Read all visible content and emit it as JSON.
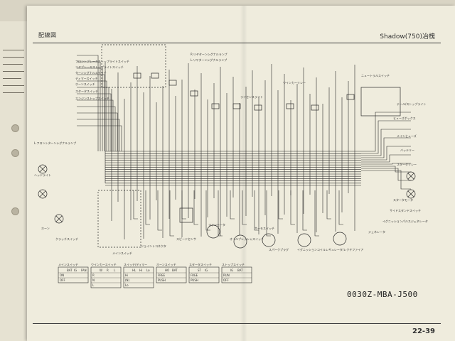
{
  "page": {
    "section_title": "配線図",
    "model_title": "Shadow(750)冶槐",
    "part_number": "0030Z-MBA-J500",
    "page_number": "22-39"
  },
  "diagram": {
    "labels": [
      "フロントブレーキストップライトスイッチ",
      "リヤブレーキストップライトスイッチ",
      "ターンシグナルスイッチ",
      "ディマースイッチ",
      "ホーンスイッチ",
      "スタータスイッチ",
      "エンジンストップスイッチ",
      "L.フロントターンシグナルランプ",
      "ヘッドライト",
      "ホーン",
      "クラッチスイッチ",
      "メインスイッチ",
      "ジョイントコネクタ",
      "スピードセンサ",
      "ファンモータ",
      "オイルプレッシャスイッチ",
      "サーモスイッチ",
      "スパークプラグ",
      "イグニッションコイル",
      "レギュレータ/レクチファイア",
      "ジェネレータ",
      "イグニッションパルスジェネレータ",
      "サイドスタンドスイッチ",
      "スタータモータ",
      "スタータリレー",
      "バッテリー",
      "メインヒューズ",
      "ヒューズボックス",
      "テール/ストップライト",
      "R.リヤターンシグナルランプ",
      "L.リヤターンシグナルランプ",
      "ライセンスライト",
      "ウインカーリレー",
      "ニュートラルスイッチ"
    ],
    "legend_boxes": [
      {
        "title": "メインスイッチ",
        "headers": [
          "BAT",
          "IG",
          "FAN"
        ],
        "rows": [
          "ON",
          "OFF"
        ]
      },
      {
        "title": "ウインカースイッチ",
        "headers": [
          "W",
          "R",
          "L"
        ],
        "rows": [
          "R",
          "N",
          "L"
        ]
      },
      {
        "title": "スイッチ/ディマー",
        "headers": [
          "HL",
          "Hi",
          "Lo"
        ],
        "rows": [
          "Hi",
          "(N)",
          "Lo"
        ]
      },
      {
        "title": "ホーンスイッチ",
        "headers": [
          "HO",
          "BAT"
        ],
        "rows": [
          "FREE",
          "PUSH"
        ]
      },
      {
        "title": "スタータスイッチ",
        "headers": [
          "ST",
          "IG"
        ],
        "rows": [
          "FREE",
          "PUSH"
        ]
      },
      {
        "title": "ストップスイッチ",
        "headers": [
          "IG",
          "BAT"
        ],
        "rows": [
          "RUN",
          "OFF"
        ]
      }
    ]
  }
}
